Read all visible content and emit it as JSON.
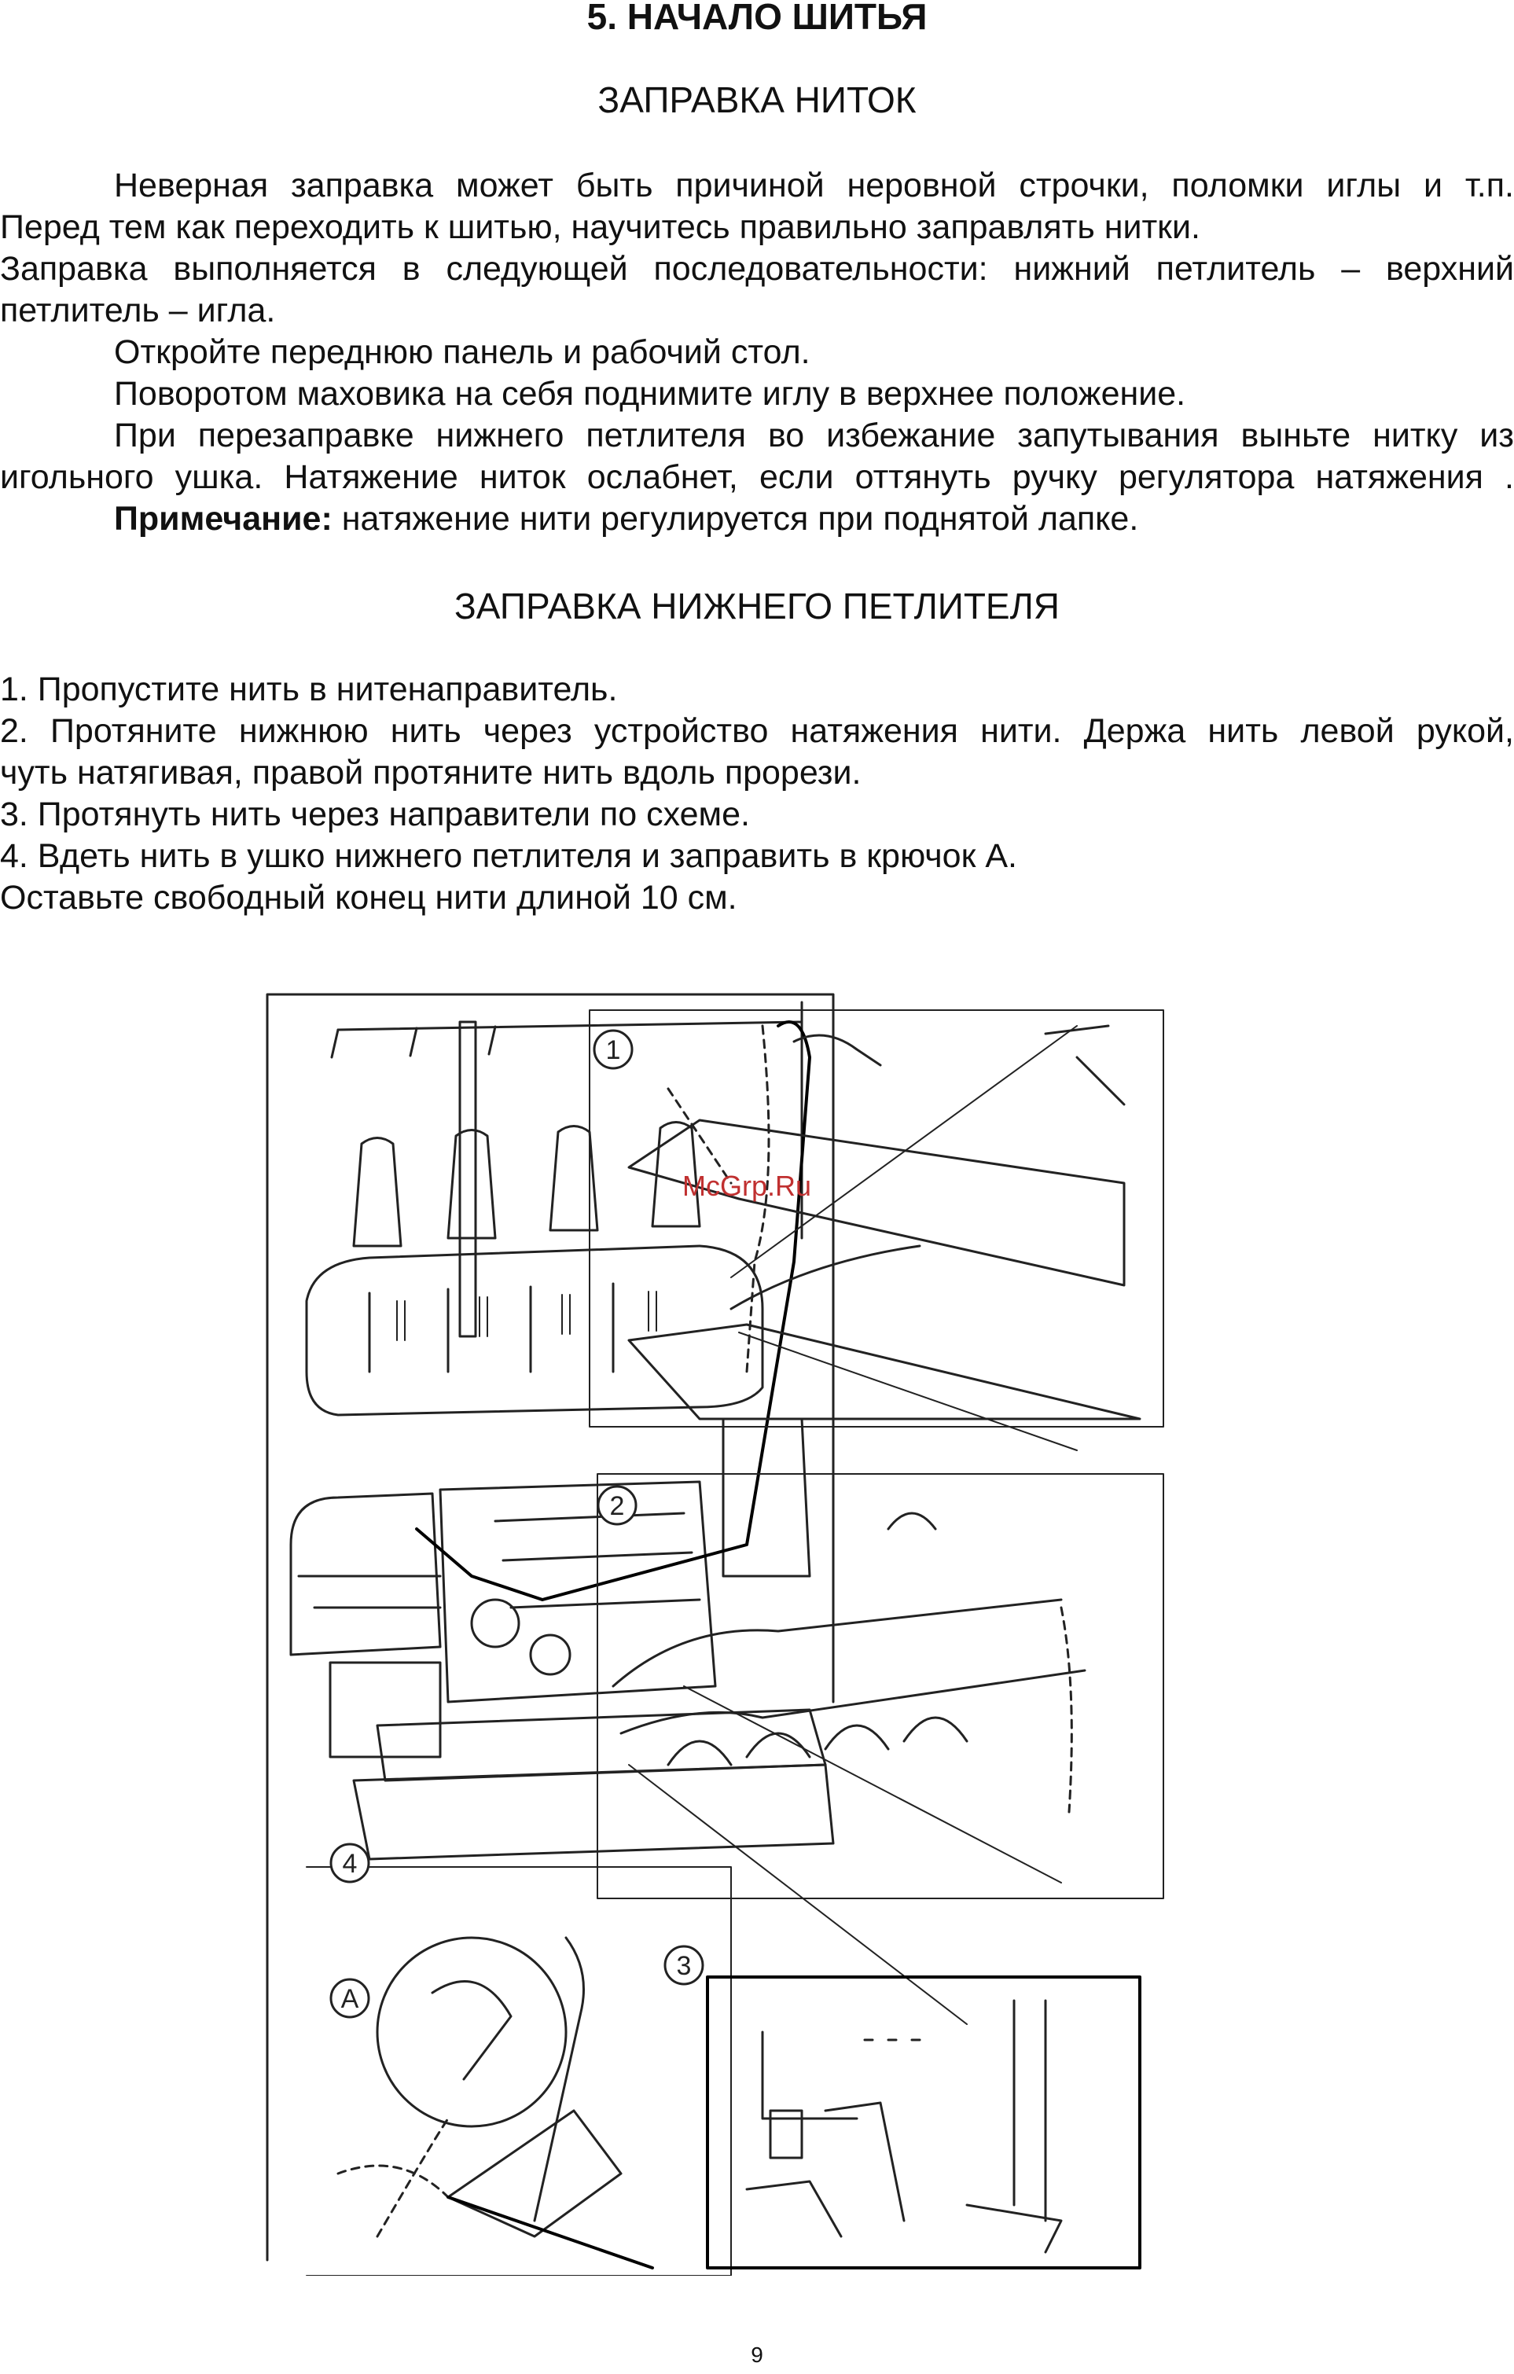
{
  "doc": {
    "section_title": "5. НАЧАЛО ШИТЬЯ",
    "subtitle_1": "ЗАПРАВКА НИТОК",
    "intro": {
      "line1": "Неверная заправка может быть причиной неровной строчки, поломки иглы и т.п.",
      "line2": "Перед тем как переходить к шитью, научитесь правильно заправлять нитки.",
      "line3": "Заправка выполняется в следующей последовательности: нижний петлитель – верхний",
      "line4": "петлитель – игла.",
      "line5": "Откройте переднюю панель и рабочий стол.",
      "line6": "Поворотом маховика на себя поднимите иглу в верхнее положение.",
      "line7": "При перезаправке нижнего петлителя во избежание запутывания выньте нитку из",
      "line8": "игольного ушка. Натяжение ниток ослабнет, если оттянуть ручку регулятора натяжения .",
      "note_label": "Примечание:",
      "note_text": " натяжение нити регулируется при поднятой лапке."
    },
    "subtitle_2": "ЗАПРАВКА НИЖНЕГО ПЕТЛИТЕЛЯ",
    "steps": {
      "s1": "1. Пропустите нить в нитенаправитель.",
      "s2a": "2. Протяните нижнюю нить через устройство натяжения нити. Держа нить левой рукой,",
      "s2b": "чуть натягивая, правой протяните нить вдоль прорези.",
      "s3": "3. Протянуть нить через направители по схеме.",
      "s4": "4. Вдеть нить в ушко нижнего петлителя и заправить в крючок А.",
      "s5": "Оставьте свободный конец нити длиной 10 см."
    },
    "figure": {
      "label_1": "1",
      "label_2": "2",
      "label_3": "3",
      "label_4": "4",
      "label_a": "A",
      "watermark": "McGrp.Ru"
    },
    "page_number": "9"
  }
}
